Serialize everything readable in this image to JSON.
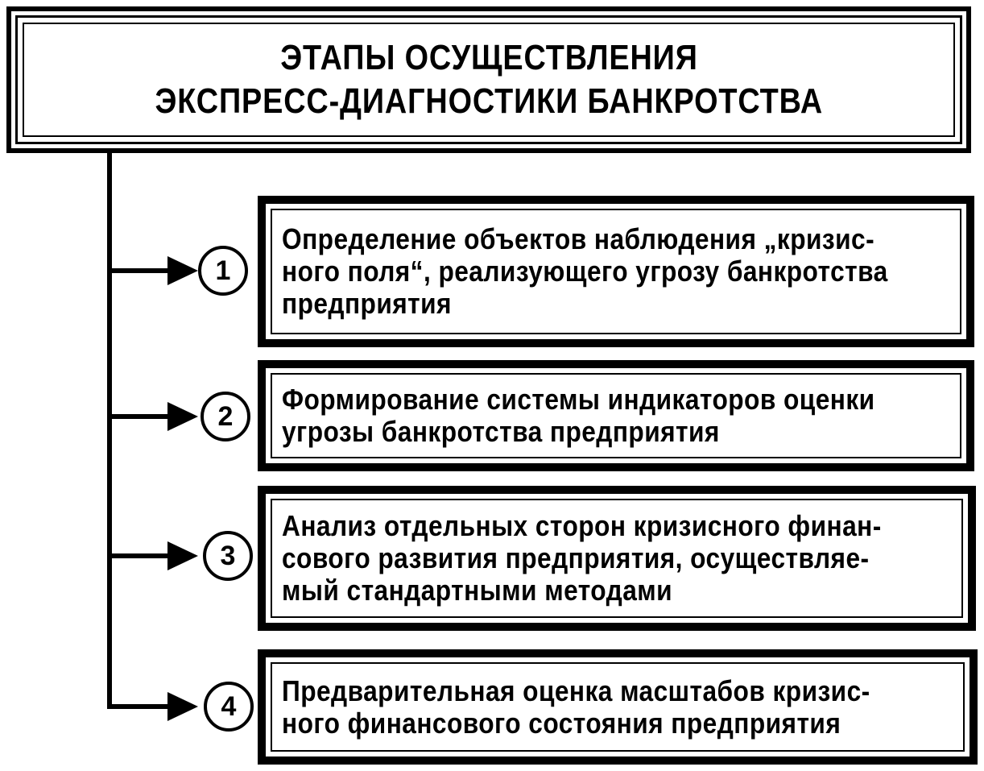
{
  "title": {
    "line1": "ЭТАПЫ ОСУЩЕСТВЛЕНИЯ",
    "line2": "ЭКСПРЕСС-ДИАГНОСТИКИ БАНКРОТСТВА"
  },
  "steps": [
    {
      "number": "1",
      "lines": [
        "Определение объектов наблюдения „кризис-",
        "ного поля“, реализующего угрозу банкротства",
        "предприятия"
      ]
    },
    {
      "number": "2",
      "lines": [
        "Формирование системы индикаторов оценки",
        "угрозы банкротства предприятия"
      ]
    },
    {
      "number": "3",
      "lines": [
        "Анализ отдельных сторон кризисного финан-",
        "сового развития предприятия, осуществляе-",
        "мый стандартными методами"
      ]
    },
    {
      "number": "4",
      "lines": [
        "Предварительная оценка масштабов кризис-",
        "ного финансового состояния предприятия"
      ]
    }
  ]
}
